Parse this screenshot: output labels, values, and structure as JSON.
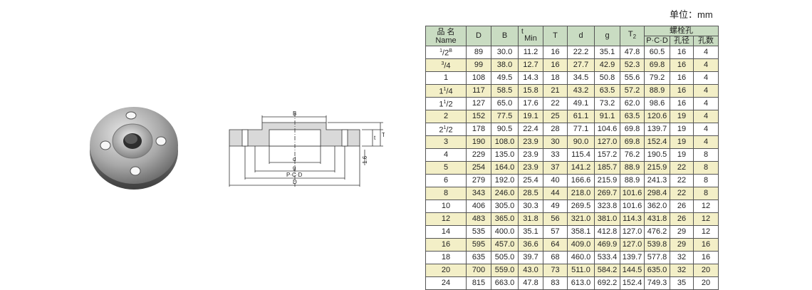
{
  "unit_label": "单位：mm",
  "drawing_labels": {
    "B": "B",
    "d": "d",
    "g": "g",
    "pcd": "P·C·D",
    "D": "D",
    "t": "t",
    "T": "T",
    "one_six": "1.6"
  },
  "table": {
    "headers": {
      "name_cn": "品  名",
      "name_en": "Name",
      "D": "D",
      "B": "B",
      "t_top": "t",
      "t_bottom": "Min",
      "T": "T",
      "d": "d",
      "g": "g",
      "T2_base": "T",
      "T2_sub": "2",
      "bolt_group": "螺栓孔",
      "pcd": "P·C·D",
      "hole_dia": "孔径",
      "hole_num": "孔数"
    },
    "rows": [
      {
        "whole": "",
        "num": "1",
        "den": "2",
        "suffix": "B",
        "D": "89",
        "B": "30.0",
        "t": "11.2",
        "T": "16",
        "d": "22.2",
        "g": "35.1",
        "T2": "47.8",
        "pcd": "60.5",
        "hd": "16",
        "hn": "4"
      },
      {
        "whole": "",
        "num": "3",
        "den": "4",
        "suffix": "",
        "D": "99",
        "B": "38.0",
        "t": "12.7",
        "T": "16",
        "d": "27.7",
        "g": "42.9",
        "T2": "52.3",
        "pcd": "69.8",
        "hd": "16",
        "hn": "4"
      },
      {
        "whole": "1",
        "num": "",
        "den": "",
        "suffix": "",
        "D": "108",
        "B": "49.5",
        "t": "14.3",
        "T": "18",
        "d": "34.5",
        "g": "50.8",
        "T2": "55.6",
        "pcd": "79.2",
        "hd": "16",
        "hn": "4"
      },
      {
        "whole": "1",
        "num": "1",
        "den": "4",
        "suffix": "",
        "D": "117",
        "B": "58.5",
        "t": "15.8",
        "T": "21",
        "d": "43.2",
        "g": "63.5",
        "T2": "57.2",
        "pcd": "88.9",
        "hd": "16",
        "hn": "4"
      },
      {
        "whole": "1",
        "num": "1",
        "den": "2",
        "suffix": "",
        "D": "127",
        "B": "65.0",
        "t": "17.6",
        "T": "22",
        "d": "49.1",
        "g": "73.2",
        "T2": "62.0",
        "pcd": "98.6",
        "hd": "16",
        "hn": "4"
      },
      {
        "whole": "2",
        "num": "",
        "den": "",
        "suffix": "",
        "D": "152",
        "B": "77.5",
        "t": "19.1",
        "T": "25",
        "d": "61.1",
        "g": "91.1",
        "T2": "63.5",
        "pcd": "120.6",
        "hd": "19",
        "hn": "4"
      },
      {
        "whole": "2",
        "num": "1",
        "den": "2",
        "suffix": "",
        "D": "178",
        "B": "90.5",
        "t": "22.4",
        "T": "28",
        "d": "77.1",
        "g": "104.6",
        "T2": "69.8",
        "pcd": "139.7",
        "hd": "19",
        "hn": "4"
      },
      {
        "whole": "3",
        "num": "",
        "den": "",
        "suffix": "",
        "D": "190",
        "B": "108.0",
        "t": "23.9",
        "T": "30",
        "d": "90.0",
        "g": "127.0",
        "T2": "69.8",
        "pcd": "152.4",
        "hd": "19",
        "hn": "4"
      },
      {
        "whole": "4",
        "num": "",
        "den": "",
        "suffix": "",
        "D": "229",
        "B": "135.0",
        "t": "23.9",
        "T": "33",
        "d": "115.4",
        "g": "157.2",
        "T2": "76.2",
        "pcd": "190.5",
        "hd": "19",
        "hn": "8"
      },
      {
        "whole": "5",
        "num": "",
        "den": "",
        "suffix": "",
        "D": "254",
        "B": "164.0",
        "t": "23.9",
        "T": "37",
        "d": "141.2",
        "g": "185.7",
        "T2": "88.9",
        "pcd": "215.9",
        "hd": "22",
        "hn": "8"
      },
      {
        "whole": "6",
        "num": "",
        "den": "",
        "suffix": "",
        "D": "279",
        "B": "192.0",
        "t": "25.4",
        "T": "40",
        "d": "166.6",
        "g": "215.9",
        "T2": "88.9",
        "pcd": "241.3",
        "hd": "22",
        "hn": "8"
      },
      {
        "whole": "8",
        "num": "",
        "den": "",
        "suffix": "",
        "D": "343",
        "B": "246.0",
        "t": "28.5",
        "T": "44",
        "d": "218.0",
        "g": "269.7",
        "T2": "101.6",
        "pcd": "298.4",
        "hd": "22",
        "hn": "8"
      },
      {
        "whole": "10",
        "num": "",
        "den": "",
        "suffix": "",
        "D": "406",
        "B": "305.0",
        "t": "30.3",
        "T": "49",
        "d": "269.5",
        "g": "323.8",
        "T2": "101.6",
        "pcd": "362.0",
        "hd": "26",
        "hn": "12"
      },
      {
        "whole": "12",
        "num": "",
        "den": "",
        "suffix": "",
        "D": "483",
        "B": "365.0",
        "t": "31.8",
        "T": "56",
        "d": "321.0",
        "g": "381.0",
        "T2": "114.3",
        "pcd": "431.8",
        "hd": "26",
        "hn": "12"
      },
      {
        "whole": "14",
        "num": "",
        "den": "",
        "suffix": "",
        "D": "535",
        "B": "400.0",
        "t": "35.1",
        "T": "57",
        "d": "358.1",
        "g": "412.8",
        "T2": "127.0",
        "pcd": "476.2",
        "hd": "29",
        "hn": "12"
      },
      {
        "whole": "16",
        "num": "",
        "den": "",
        "suffix": "",
        "D": "595",
        "B": "457.0",
        "t": "36.6",
        "T": "64",
        "d": "409.0",
        "g": "469.9",
        "T2": "127.0",
        "pcd": "539.8",
        "hd": "29",
        "hn": "16"
      },
      {
        "whole": "18",
        "num": "",
        "den": "",
        "suffix": "",
        "D": "635",
        "B": "505.0",
        "t": "39.7",
        "T": "68",
        "d": "460.0",
        "g": "533.4",
        "T2": "139.7",
        "pcd": "577.8",
        "hd": "32",
        "hn": "16"
      },
      {
        "whole": "20",
        "num": "",
        "den": "",
        "suffix": "",
        "D": "700",
        "B": "559.0",
        "t": "43.0",
        "T": "73",
        "d": "511.0",
        "g": "584.2",
        "T2": "144.5",
        "pcd": "635.0",
        "hd": "32",
        "hn": "20"
      },
      {
        "whole": "24",
        "num": "",
        "den": "",
        "suffix": "",
        "D": "815",
        "B": "663.0",
        "t": "47.8",
        "T": "83",
        "d": "613.0",
        "g": "692.2",
        "T2": "152.4",
        "pcd": "749.3",
        "hd": "35",
        "hn": "20"
      }
    ]
  },
  "colors": {
    "header_bg": "#c9dcc2",
    "stripe_bg": "#f3efc7",
    "border": "#555555"
  }
}
